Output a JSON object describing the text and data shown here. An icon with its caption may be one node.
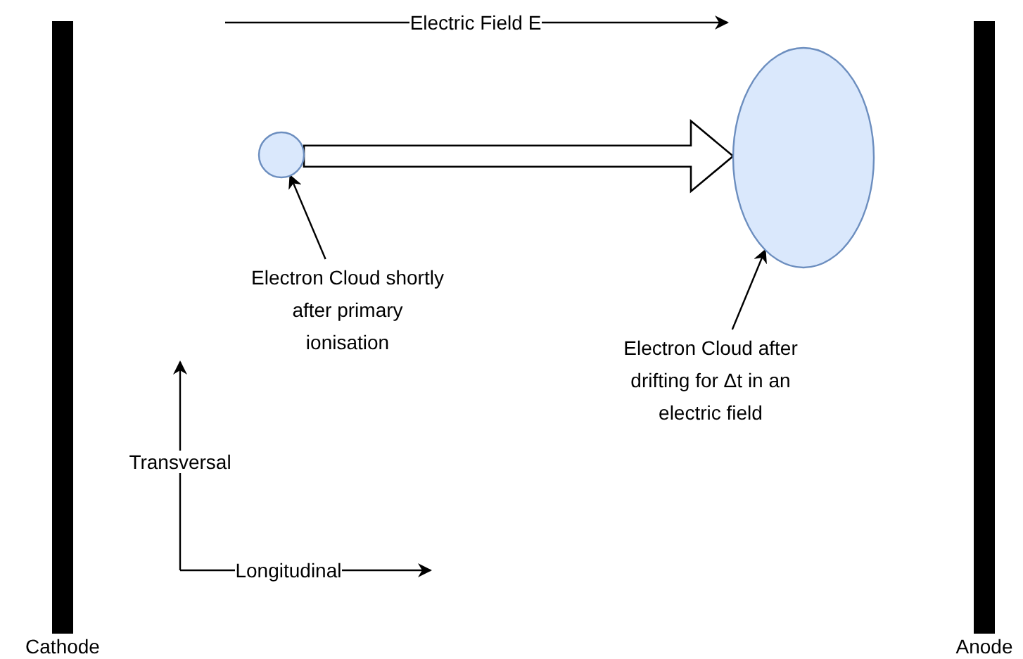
{
  "diagram": {
    "nodes": [
      {
        "text": [
          "Cathode"
        ]
      },
      {
        "text": [
          "Anode"
        ]
      },
      {
        "text": [],
        "shape": "circle"
      },
      {
        "text": [],
        "shape": "circle"
      },
      {
        "text": [
          "Electron Cloud shortly after primary ionisation"
        ]
      },
      {
        "text": [
          "Electron Cloud after drifting for Δt in an electric field"
        ]
      }
    ],
    "edges": [
      {
        "from": 2,
        "to": 3,
        "arrow": "to"
      },
      {
        "from": 4,
        "to": 2,
        "arrow": "to"
      },
      {
        "from": 5,
        "to": 3,
        "arrow": "to"
      }
    ],
    "labels": [
      "Electric Field E",
      "Transversal",
      "Longitudinal"
    ]
  }
}
